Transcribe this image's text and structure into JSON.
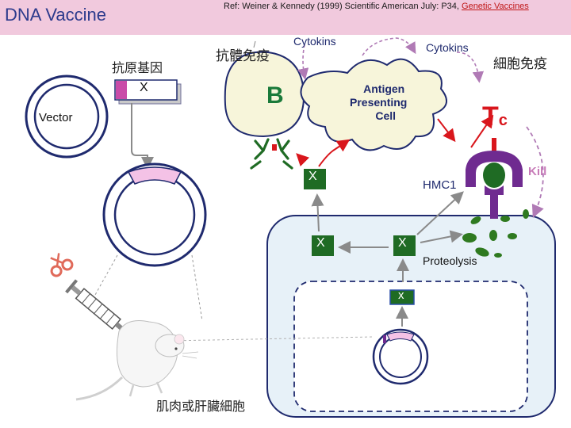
{
  "header": {
    "title": "DNA Vaccine",
    "ref_text": "Ref: Weiner & Kennedy (1999) Scientific American July: P34,",
    "ref_link": "Genetic Vaccines"
  },
  "labels": {
    "antigen_gene": "抗原基因",
    "gene_x": "X",
    "vector": "Vector",
    "humoral": "抗體免疫",
    "cytokins_left": "Cytokins",
    "cytokins_right": "Cytokins",
    "cellular": "細胞免疫",
    "b_cell": "B",
    "apc_line1": "Antigen",
    "apc_line2": "Presenting",
    "apc_line3": "Cell",
    "tc_main": "T",
    "tc_sub": "c",
    "kill": "Kill",
    "antigen_x_surface": "X",
    "mhc1": "HMC1",
    "antigen_x_cyto_left": "X",
    "antigen_x_cyto_right": "X",
    "proteolysis": "Proteolysis",
    "antigen_x_nucleus": "x",
    "muscle_liver": "肌肉或肝臟細胞"
  },
  "colors": {
    "header_band": "#f1c9dd",
    "title": "#2c3a8c",
    "cell_fill": "#e7f1f8",
    "cell_stroke": "#1f2a6e",
    "apc_fill": "#f7f5da",
    "b_fill": "#f7f5da",
    "b_text": "#1a7a3a",
    "tc_red": "#d9161c",
    "receptor_purple": "#6f2b90",
    "mhc_green": "#1f6b24",
    "insert_pink": "#f4c2e6",
    "arrow_gray": "#8a8a8a",
    "arrow_red": "#d9161c",
    "dash_pink": "#c77bb8",
    "peptide_green": "#2f7a20",
    "nucleus_fill": "#ffffff"
  }
}
